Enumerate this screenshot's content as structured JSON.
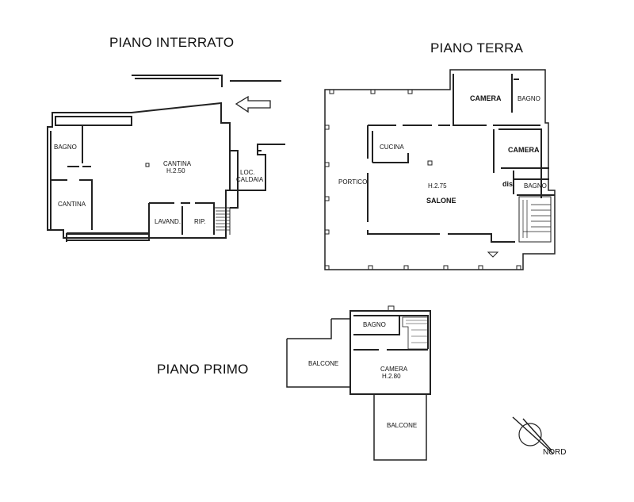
{
  "titles": {
    "basement": "PIANO INTERRATO",
    "ground": "PIANO TERRA",
    "first": "PIANO PRIMO"
  },
  "basement_rooms": {
    "bagno": "BAGNO",
    "cantina_main": "CANTINA",
    "cantina_height": "H.2.50",
    "cantina_small": "CANTINA",
    "loc": "LOC.",
    "caldaia": "CALDAIA",
    "lavand": "LAVAND.",
    "rip": "RIP."
  },
  "ground_rooms": {
    "camera_top": "CAMERA",
    "bagno_top": "BAGNO",
    "cucina": "CUCINA",
    "camera_right": "CAMERA",
    "portico": "PORTICO",
    "salone_height": "H.2.75",
    "salone": "SALONE",
    "dis": "dis.",
    "bagno_right": "BAGNO"
  },
  "first_rooms": {
    "bagno": "BAGNO",
    "balcone_left": "BALCONE",
    "camera": "CAMERA",
    "camera_height": "H.2.80",
    "balcone_bottom": "BALCONE"
  },
  "compass": {
    "label": "NORD"
  }
}
